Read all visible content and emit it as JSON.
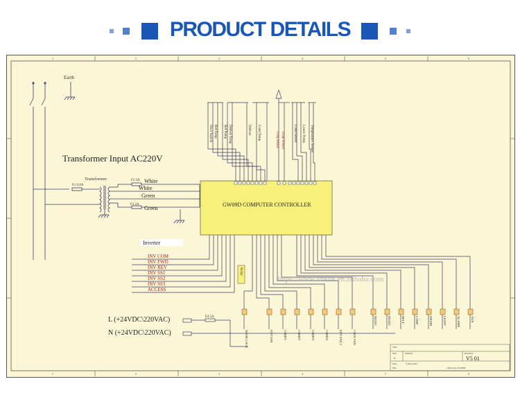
{
  "header": {
    "title": "PRODUCT DETAILS",
    "accent_color": "#1a56b8",
    "decoration": "square-bullets"
  },
  "schematic": {
    "background_color": "#fbf6d6",
    "wire_color": "#3a3a66",
    "controller_color": "#f7f07a",
    "border_numbers_top": [
      "1",
      "2",
      "3",
      "4",
      "5",
      "6"
    ],
    "border_numbers_bottom": [
      "1",
      "2",
      "3",
      "4",
      "5",
      "6"
    ],
    "earth_label": "Earth",
    "transformer_input_label": "Transformer Input   AC220V",
    "transformer_label": "Transformer",
    "fuse_main": "F1 0.4A",
    "fuse_2": "F2 3A",
    "fuse_3": "F3 2A",
    "wire_labels": [
      "White",
      "White",
      "Green",
      "Green"
    ],
    "controller_label": "GW09D  COMPUTER CONTROLLER",
    "top_inputs": [
      "Door Switch",
      "Ref Temp",
      "Ref Pump",
      "Defrost Temp",
      "Defrost",
      "Cond Temp",
      "Freq Sensor",
      "Evap Sensor",
      "Cond Sensor",
      "Lower Pump",
      "Temperature Sensor"
    ],
    "inverter_label": "Inverter",
    "inverter_signals": [
      "INV COM",
      "INV FWD",
      "INV REV",
      "INV SS1",
      "INV SS2",
      "INV SS3",
      "ACCESS"
    ],
    "power_l": "L (+24VDC\\220VAC)",
    "power_n": "N (+24VDC\\220VAC)",
    "fuse_4": "F4 5A",
    "relay_label": "Relay",
    "outputs": [
      "DOOR LOCK",
      "EXT FAN",
      "COMP1",
      "COMP2",
      "COMP3",
      "COMP4",
      "EXT FAN 2",
      "COOL FAN",
      "HEAT1",
      "HEAT2",
      "BELT",
      "LAMP",
      "DRAIN",
      "LIGHT",
      "ALARM",
      "AUX"
    ],
    "watermark": "https://www.vbkuk.en.alibaba.com",
    "title_block": {
      "title_label": "Title",
      "size_label": "Size",
      "size_value": "B",
      "number_label": "Number",
      "revision_label": "Revision",
      "revision_value": "V5 01",
      "date_label": "Date",
      "date_value": "5-Aug-2013",
      "file_label": "File",
      "file_value": "Drawn by GW09D"
    }
  }
}
